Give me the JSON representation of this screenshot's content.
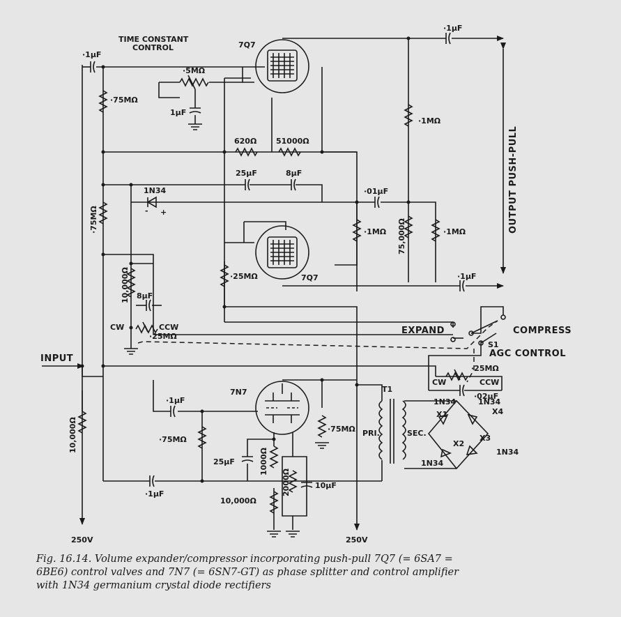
{
  "labels": {
    "time_constant": [
      "TIME CONSTANT",
      "CONTROL"
    ],
    "tube_top": "7Q7",
    "tube_mid": "7Q7",
    "tube_bottom": "7N7",
    "output": "OUTPUT PUSH-PULL",
    "input": "INPUT",
    "supply_left": "250V",
    "supply_right": "250V",
    "expand": "EXPAND",
    "compress": "COMPRESS",
    "agc_control": "AGC CONTROL",
    "switch": "S1",
    "transformer": "T1",
    "primary": "PRI.",
    "secondary": "SEC.",
    "cw_left": "CW",
    "ccw_left": "CCW",
    "cw_right": "CW",
    "ccw_right": "CCW",
    "diode_top": "1N34",
    "diode_minus": "-",
    "diode_plus": "+"
  },
  "components": {
    "c_in": "·1µF",
    "c_out_top": "·1µF",
    "c_out_bottom": "·1µF",
    "r_5meg": "·5MΩ",
    "c_1uf_tc": "1µF",
    "r_75meg_top": "·75MΩ",
    "r_620": "620Ω",
    "r_51000": "51000Ω",
    "c_25uf_top": "25µF",
    "c_8uf_top": "8µF",
    "r_1meg_top": "·1MΩ",
    "c_01uf": "·01µF",
    "r_75meg_left": "·75MΩ",
    "r_1meg_mid": "·1MΩ",
    "r_75000": "75,000Ω",
    "r_1meg_right": "·1MΩ",
    "r_10000_ladder": "10,000Ω",
    "c_8uf_left": "8µF",
    "r_25meg_pot_left": "·25MΩ",
    "r_25meg": "·25MΩ",
    "r_10000_input": "10,000Ω",
    "c_1uf_grid": "·1µF",
    "r_75meg_grid": "·75MΩ",
    "c_25uf_cath": "25µF",
    "r_1000": "1000Ω",
    "r_2000": "2000Ω",
    "c_10uf": "10µF",
    "r_10000_cath": "10,000Ω",
    "c_1uf_feedback": "·1µF",
    "r_75meg_plate": "·75MΩ",
    "r_25meg_pot_right": "·25MΩ",
    "c_02uf": "·02µF",
    "d_x1": "1N34",
    "d_x4": "1N34",
    "d_x2": "1N34",
    "d_x3": "1N34",
    "x1": "X1",
    "x2": "X2",
    "x3": "X3",
    "x4": "X4"
  },
  "caption": {
    "line1": "Fig. 16.14.   Volume expander/compressor incorporating push-pull 7Q7 (= 6SA7 =",
    "line2": "6BE6) control valves and 7N7 (= 6SN7-GT) as phase splitter and control amplifier",
    "line3": "with 1N34 germanium crystal diode rectifiers"
  }
}
